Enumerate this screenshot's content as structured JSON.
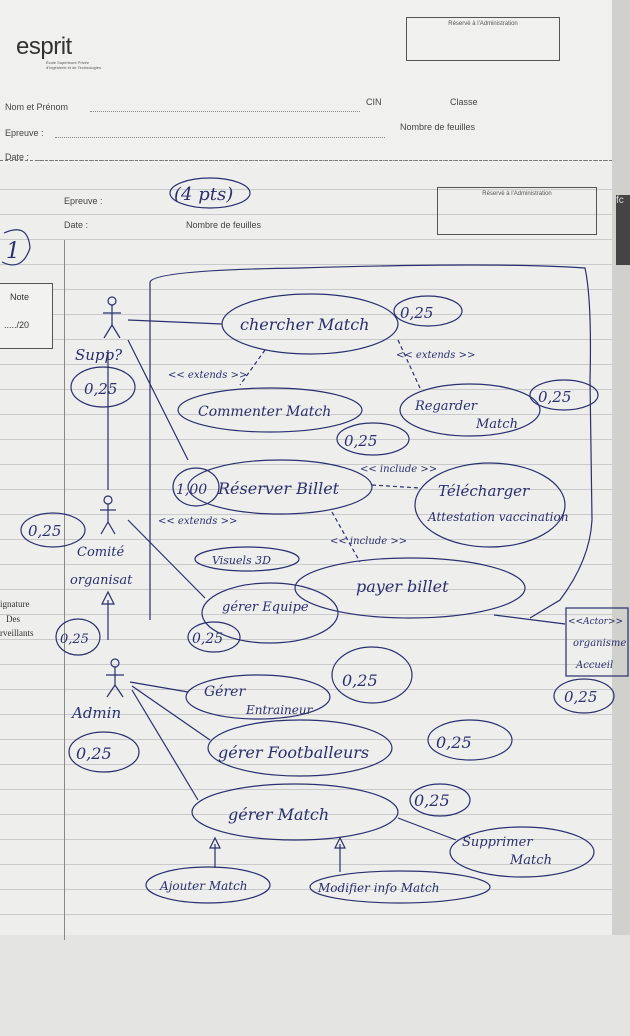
{
  "header": {
    "logo": "esprit",
    "logo_sub_1": "École Supérieure Privée",
    "logo_sub_2": "d'Ingénierie et de Technologies",
    "admin_reserved_1": "Réservé à l'Administration",
    "admin_reserved_2": "Réservé à l'Administration",
    "nom_label": "Nom et Prénom",
    "cin_label": "CIN",
    "classe_label": "Classe",
    "epreuve_label_1": "Epreuve :",
    "nb_feuilles_label_1": "Nombre de feuilles",
    "date_label_1": "Date :",
    "epreuve_label_2": "Epreuve :",
    "date_label_2": "Date :",
    "nb_feuilles_label_2": "Nombre de feuilles"
  },
  "margin": {
    "note_label": "Note",
    "note_scale": "...../20",
    "signature_1": "ignature",
    "signature_2": "Des",
    "signature_3": "rveillants",
    "question_number": "1"
  },
  "right_edge": {
    "text": "fc"
  },
  "diagram": {
    "points_total": "(4 pts)",
    "actors": [
      "Supp?",
      "Comité organisat",
      "Admin"
    ],
    "use_cases": [
      "chercher Match",
      "Commenter Match",
      "Regarder Match",
      "Réserver Billet",
      "Télécharger Attestation vaccination",
      "Visuels 3D",
      "payer billet",
      "gérer Equipe",
      "Gérer Entraineur",
      "gérer Footballeurs",
      "gérer Match",
      "Supprimer Match",
      "Ajouter Match",
      "Modifier info Match"
    ],
    "relations": [
      "<< extends >>",
      "<< extends >>",
      "<< include >>",
      "<< extends >>",
      "<< include >>"
    ],
    "note_actor": "<<Actor>> organisme Accueil",
    "scores": [
      "0,25",
      "0,25",
      "0,25",
      "0,25",
      "1,00",
      "0,25",
      "0,25",
      "0,25",
      "0,25",
      "0,25",
      "0,25",
      "0,25"
    ]
  }
}
